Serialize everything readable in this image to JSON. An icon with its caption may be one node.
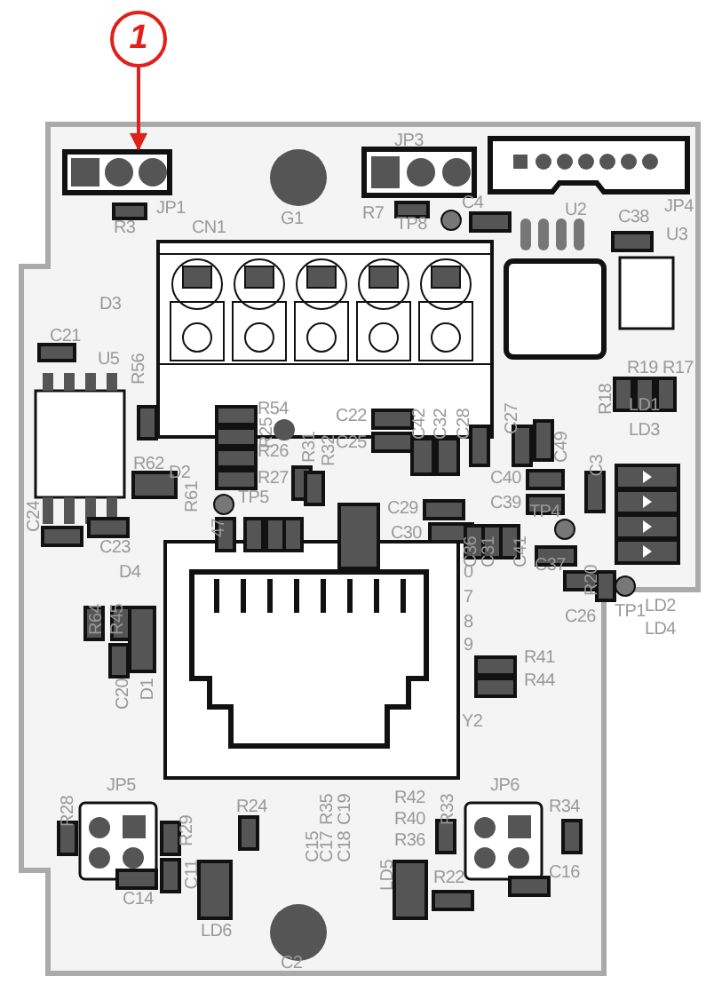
{
  "diagram": {
    "nodes": [
      {
        "text": [
          "1"
        ]
      },
      {
        "text": [],
        "shape": "box"
      }
    ],
    "edges": [
      {
        "from": 0,
        "to": 1,
        "arrow": "to"
      }
    ],
    "labels": [
      "JP3",
      "JP1",
      "R3",
      "CN1",
      "G1",
      "R7",
      "TP8",
      "C4",
      "U2",
      "C38",
      "JP4",
      "U3",
      "D3",
      "C21",
      "U5",
      "R56",
      "R54",
      "R25",
      "R26",
      "R27",
      "R31",
      "R32",
      "C22",
      "C25",
      "C42",
      "C32",
      "C28",
      "C27",
      "C49",
      "R19",
      "R17",
      "R18",
      "LD1",
      "LD3",
      "C3",
      "R62",
      "D2",
      "R61",
      "TP5",
      "C40",
      "C39",
      "C29",
      "C30",
      "TP4",
      "C24",
      "47",
      "C23",
      "D4",
      "C36",
      "C31",
      "C41",
      "C37",
      "0",
      "7",
      "8",
      "9",
      "R20",
      "C26",
      "TP1",
      "LD2",
      "LD4",
      "R64",
      "R45",
      "C20",
      "D1",
      "R41",
      "R44",
      "Y2",
      "JP5",
      "R28",
      "R29",
      "R24",
      "C15",
      "R35",
      "C17",
      "C19",
      "C18",
      "R42",
      "R40",
      "R36",
      "R33",
      "JP6",
      "R34",
      "C11",
      "C14",
      "LD6",
      "LD5",
      "R22",
      "C16",
      "C2"
    ]
  }
}
